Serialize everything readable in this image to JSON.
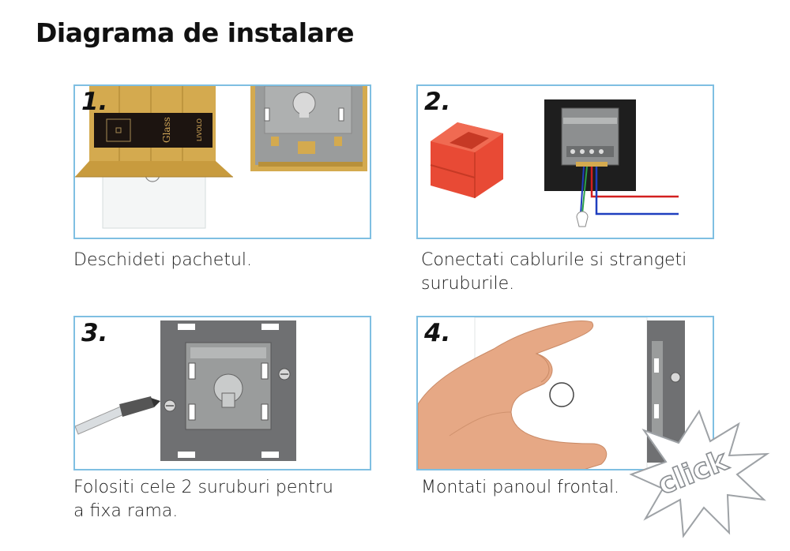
{
  "page": {
    "title": "Diagrama de instalare"
  },
  "steps": [
    {
      "number": "1.",
      "caption": [
        "Deschideti pachetul."
      ]
    },
    {
      "number": "2.",
      "caption": [
        "Conectati cablurile si strangeti",
        "suruburile."
      ]
    },
    {
      "number": "3.",
      "caption": [
        "Folositi cele 2 suruburi pentru",
        "a fixa rama."
      ]
    },
    {
      "number": "4.",
      "caption": [
        "Montati panoul frontal."
      ]
    }
  ],
  "package_text": {
    "brand": "LIVOLO",
    "label": "Glass"
  },
  "click_badge": {
    "text": "click"
  },
  "colors": {
    "panel_border": "#7fbfe2",
    "gold_box": "#d4aa4f",
    "module_grey": "#9a9c9c",
    "frame_grey": "#6f7072",
    "junction_box_red": "#e84a35",
    "wire_red": "#d32020",
    "wire_blue": "#1f3fbf"
  }
}
